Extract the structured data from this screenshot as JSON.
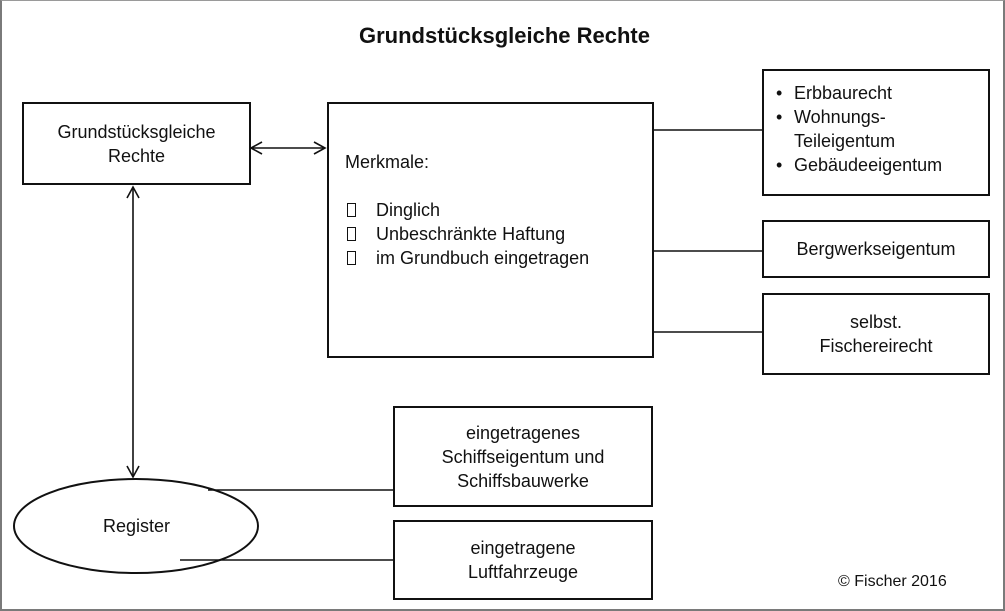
{
  "title": "Grundstücksgleiche Rechte",
  "left_box": {
    "line1": "Grundstücksgleiche",
    "line2": "Rechte"
  },
  "features_box": {
    "heading": "Merkmale:",
    "items": [
      "Dinglich",
      "Unbeschränkte Haftung",
      "im Grundbuch eingetragen"
    ]
  },
  "types_box": {
    "items": [
      {
        "lines": [
          "Erbbaurecht"
        ]
      },
      {
        "lines": [
          "Wohnungs-",
          "Teileigentum"
        ]
      },
      {
        "lines": [
          "Gebäudeeigentum"
        ]
      }
    ]
  },
  "mining_box": {
    "label": "Bergwerkseigentum"
  },
  "fishing_box": {
    "line1": "selbst.",
    "line2": "Fischereirecht"
  },
  "register": {
    "label": "Register"
  },
  "ship_box": {
    "line1": "eingetragenes",
    "line2": "Schiffseigentum und",
    "line3": "Schiffsbauwerke"
  },
  "aircraft_box": {
    "line1": "eingetragene",
    "line2": "Luftfahrzeuge"
  },
  "copyright": "© Fischer 2016"
}
